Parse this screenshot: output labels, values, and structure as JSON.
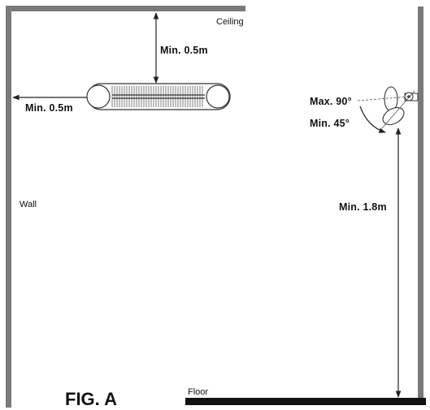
{
  "labels": {
    "ceiling": "Ceiling",
    "wall": "Wall",
    "floor": "Floor",
    "figure": "FIG. A",
    "min_ceiling_clearance": "Min. 0.5m",
    "min_wall_clearance": "Min. 0.5m",
    "max_angle": "Max. 90°",
    "min_angle": "Min. 45°",
    "min_height": "Min. 1.8m"
  },
  "colors": {
    "structure": "#7a7a7a",
    "floor": "#111111",
    "line": "#222222"
  }
}
